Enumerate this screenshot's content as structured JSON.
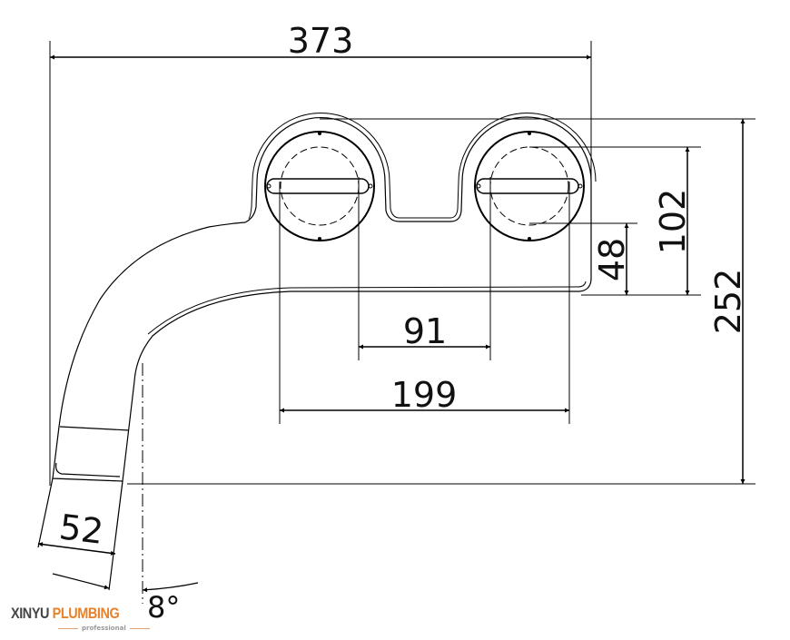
{
  "dimensions": {
    "overall_width": "373",
    "overall_height": "252",
    "handle_height": "102",
    "outlet_offset": "48",
    "inner_spacing": "91",
    "handle_spacing": "199",
    "spout_width": "52",
    "spout_angle": "8°"
  },
  "logo": {
    "brand_a": "XINYU",
    "brand_b": "PLUMBING",
    "tagline": "professional",
    "accent": "#e8822a"
  }
}
